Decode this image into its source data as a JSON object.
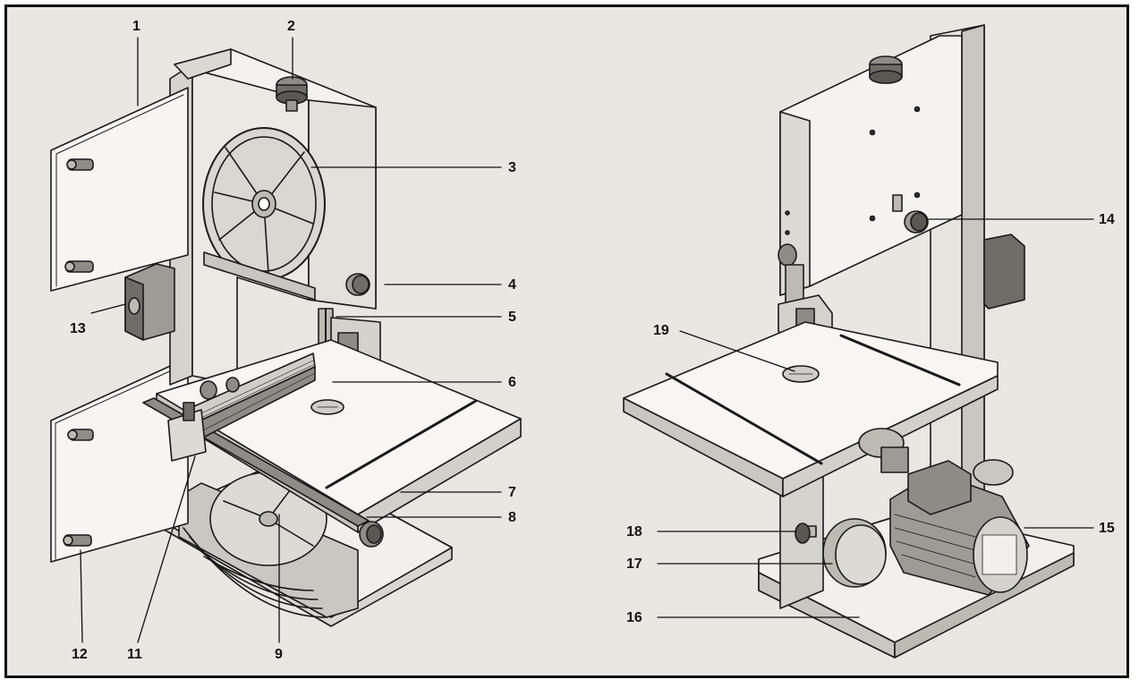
{
  "colors": {
    "background": "#e9e7e2",
    "ink": "#1a1a1a",
    "metal_light": "#f4f3ef",
    "metal_mid": "#cfcdc7",
    "metal_dark": "#8e8c86"
  },
  "callouts": [
    {
      "id": "1",
      "text": "1"
    },
    {
      "id": "2",
      "text": "2"
    },
    {
      "id": "3",
      "text": "3"
    },
    {
      "id": "4",
      "text": "4"
    },
    {
      "id": "5",
      "text": "5"
    },
    {
      "id": "6",
      "text": "6"
    },
    {
      "id": "7",
      "text": "7"
    },
    {
      "id": "8",
      "text": "8"
    },
    {
      "id": "9",
      "text": "9"
    },
    {
      "id": "11",
      "text": "11"
    },
    {
      "id": "12",
      "text": "12"
    },
    {
      "id": "13",
      "text": "13"
    },
    {
      "id": "14",
      "text": "14"
    },
    {
      "id": "15",
      "text": "15"
    },
    {
      "id": "16",
      "text": "16"
    },
    {
      "id": "17",
      "text": "17"
    },
    {
      "id": "18",
      "text": "18"
    },
    {
      "id": "19",
      "text": "19"
    }
  ]
}
